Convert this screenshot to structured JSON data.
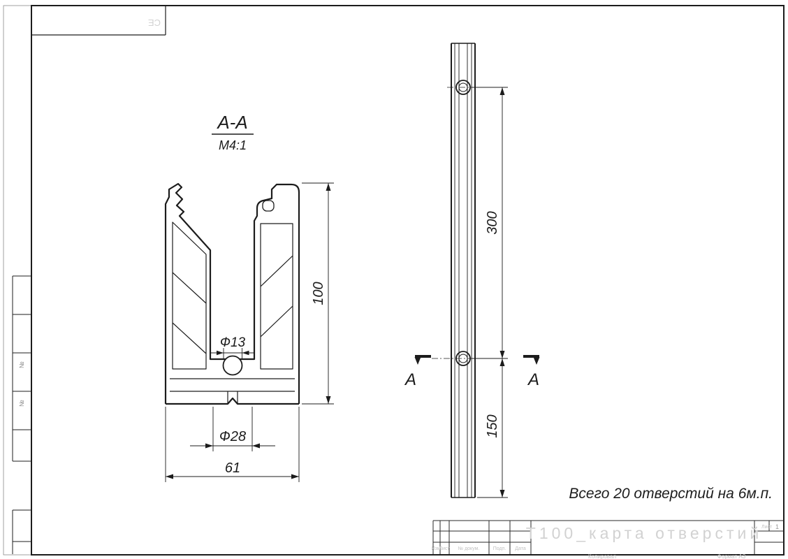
{
  "colors": {
    "line": "#1c1c1c",
    "thin_line": "#333333",
    "ghost_text": "#d2d2d2",
    "faint_stamp": "#c2c2c2"
  },
  "section_view": {
    "label": "А-А",
    "scale": "М4:1",
    "dim_height": "100",
    "dim_hole": "Ф13",
    "dim_channel": "Ф28",
    "dim_width": "61"
  },
  "side_view": {
    "dim_hole_spacing": "300",
    "dim_end_offset": "150",
    "cut_mark_left": "А",
    "cut_mark_right": "А"
  },
  "note": "Всего 20 отверстий на 6м.п.",
  "title_block": {
    "ghost_title": "Т100_карта отверстий",
    "col_izm": "Изм.",
    "col_list": "Лист",
    "col_doc": "№ докум.",
    "col_sign": "Подп.",
    "col_date": "Дата",
    "sheet_label": "Лист",
    "sheet_value": "1",
    "footer_copied": "Копировал",
    "footer_format": "Формат А3"
  },
  "margin_marks": {
    "top_code": "СЕ",
    "no_mark_1": "№",
    "no_mark_2": "№"
  }
}
